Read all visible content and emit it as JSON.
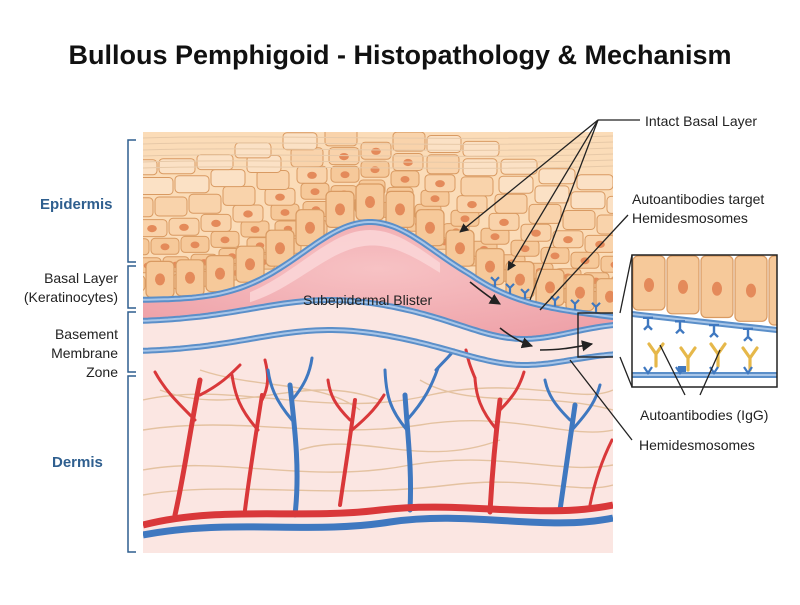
{
  "title": "Bullous Pemphigoid - Histopathology & Mechanism",
  "labels": {
    "epidermis": "Epidermis",
    "basal_layer_line1": "Basal Layer",
    "basal_layer_line2": "(Keratinocytes)",
    "bmz_line1": "Basement",
    "bmz_line2": "Membrane",
    "bmz_line3": "Zone",
    "dermis": "Dermis",
    "blister": "Subepidermal Blister",
    "intact_basal": "Intact Basal Layer",
    "target_line1": "Autoantibodies target",
    "target_line2": "Hemidesmosomes",
    "igg": "Autoantibodies (IgG)",
    "hemidesmosomes": "Hemidesmosomes"
  },
  "colors": {
    "skin_cell": "#f6c99a",
    "skin_cell_light": "#fbdcba",
    "cell_border": "#d99a62",
    "nucleus": "#e48a5a",
    "blister_fill": "#f2aab0",
    "membrane_blue": "#5b8fc9",
    "dermis_bg": "#fbe4e0",
    "artery": "#d9383a",
    "vein": "#3f78c0",
    "fiber": "#e5c3a0",
    "antibody": "#e6b84a",
    "bracket": "#2f5f8f",
    "text_blue": "#2f5f8f"
  }
}
